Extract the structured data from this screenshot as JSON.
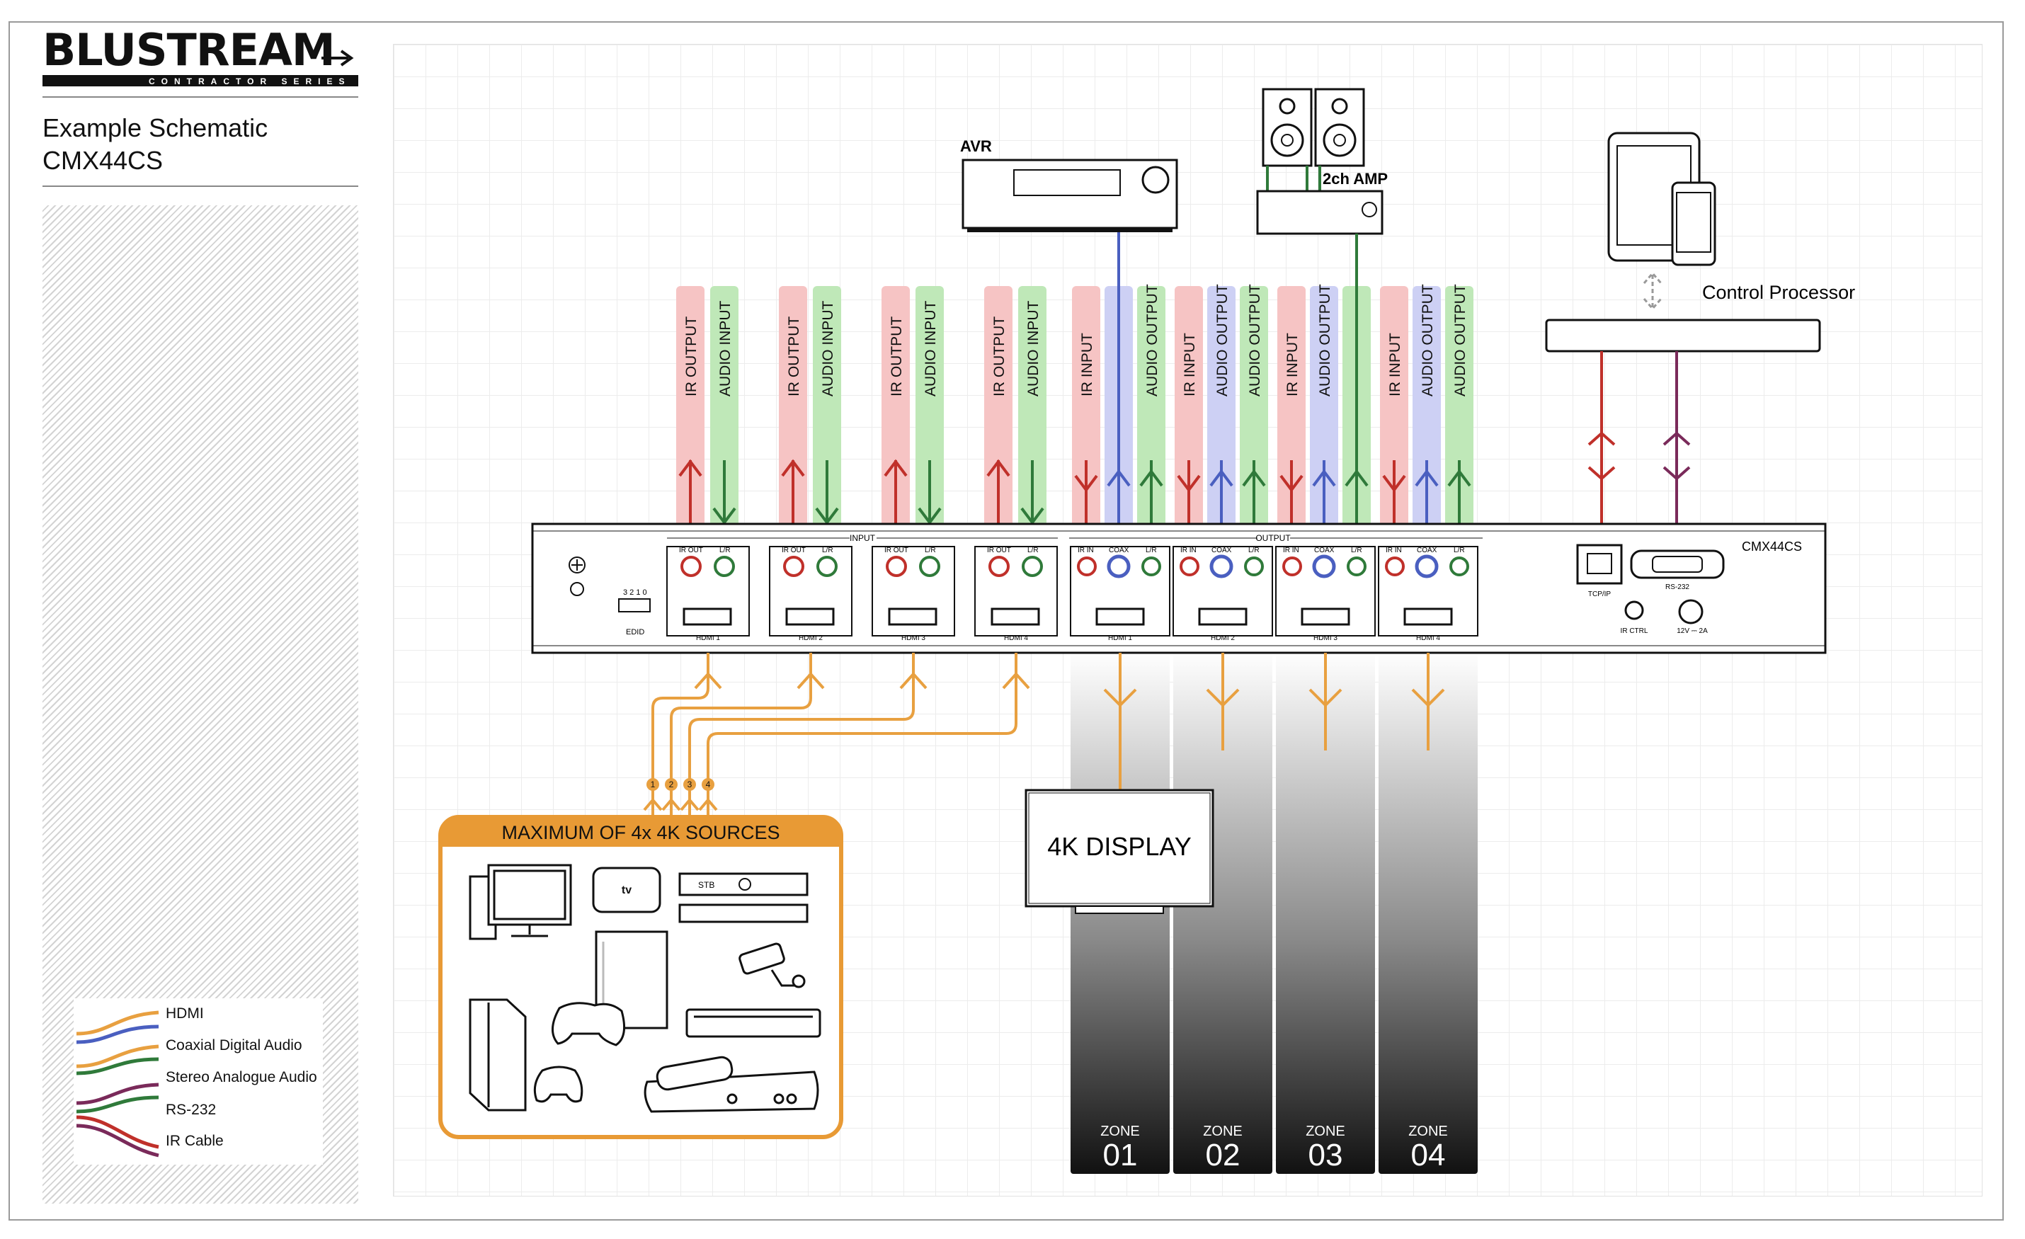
{
  "brand": {
    "name": "BLUSTREAM",
    "series": "CONTRACTOR SERIES"
  },
  "schematic": {
    "title_line1": "Example Schematic",
    "title_line2": "CMX44CS"
  },
  "legend": {
    "items": [
      {
        "label": "HDMI",
        "color": "#e8a040"
      },
      {
        "label": "Coaxial Digital Audio",
        "color": "#4a5fc0"
      },
      {
        "label": "Stereo Analogue Audio",
        "color": "#2f7a3a"
      },
      {
        "label": "RS-232",
        "color": "#7a2a5a"
      },
      {
        "label": "IR Cable",
        "color": "#c0302a"
      }
    ]
  },
  "devices": {
    "avr": "AVR",
    "amp": "2ch AMP",
    "control_processor": "Control Processor",
    "display": "4K DISPLAY",
    "matrix_model": "CMX44CS",
    "sources_banner": "MAXIMUM OF 4x 4K SOURCES"
  },
  "input_labels": [
    "IR OUTPUT",
    "AUDIO INPUT"
  ],
  "output_labels": [
    "IR INPUT",
    "AUDIO OUTPUT",
    "AUDIO OUTPUT"
  ],
  "panel": {
    "input_section": "INPUT",
    "output_section": "OUTPUT",
    "ir_out": "IR OUT",
    "lr": "L/R",
    "ir_in": "IR IN",
    "coax": "COAX",
    "inputs": [
      "HDMI 1",
      "HDMI 2",
      "HDMI 3",
      "HDMI 4"
    ],
    "outputs": [
      "HDMI 1",
      "HDMI 2",
      "HDMI 3",
      "HDMI 4"
    ],
    "edid": "EDID",
    "edid_bits": "3 2 1 0",
    "tcpip": "TCP/IP",
    "rs232": "RS-232",
    "ir_ctrl": "IR CTRL",
    "power": "12V ⎓ 2A"
  },
  "source_numbers": [
    "1",
    "2",
    "3",
    "4"
  ],
  "zones": [
    {
      "label": "ZONE",
      "number": "01"
    },
    {
      "label": "ZONE",
      "number": "02"
    },
    {
      "label": "ZONE",
      "number": "03"
    },
    {
      "label": "ZONE",
      "number": "04"
    }
  ],
  "source_labels": {
    "stb": "STB"
  },
  "colors": {
    "hdmi": "#e8a040",
    "coax": "#4a5fc0",
    "analogue": "#2f7a3a",
    "rs232": "#7a2a5a",
    "ir": "#c0302a",
    "ir_band": "#f6c4c4",
    "audio_band": "#bfe8b8",
    "coax_band": "#cdd0f4",
    "sources_border": "#e89a35"
  },
  "icons": [
    "tablet-icon",
    "phone-icon",
    "speaker-icon",
    "computer-icon",
    "apple-tv-icon",
    "stb-icon",
    "cctv-camera-icon",
    "xbox-icon",
    "playstation-icon",
    "soundbar-icon",
    "set-top-box-icon"
  ]
}
